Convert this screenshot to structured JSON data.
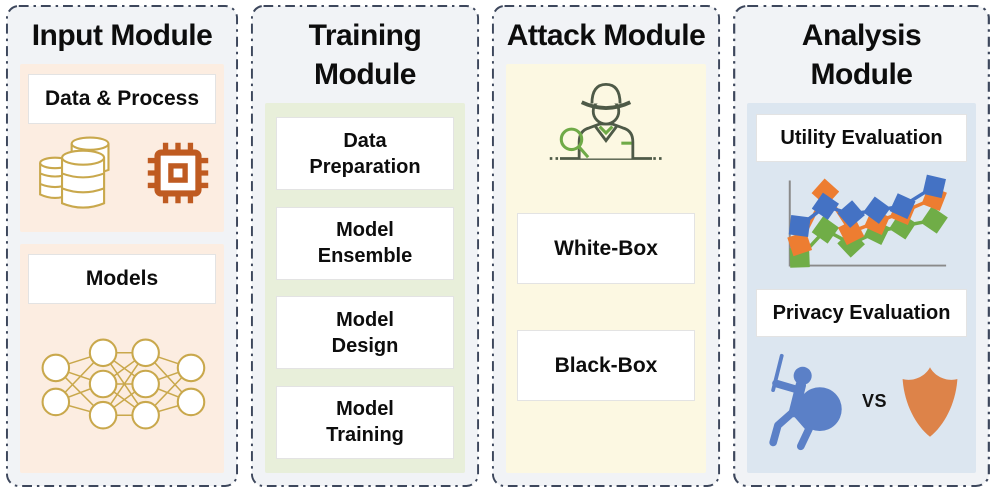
{
  "modules": {
    "input": {
      "title": "Input Module",
      "data_process_label": "Data & Process",
      "models_label": "Models",
      "icons": [
        "database-icon",
        "chip-icon",
        "neural-network-icon"
      ]
    },
    "training": {
      "title": "Training Module",
      "steps": [
        "Data\nPreparation",
        "Model\nEnsemble",
        "Model\nDesign",
        "Model\nTraining"
      ]
    },
    "attack": {
      "title": "Attack Module",
      "white_box_label": "White-Box",
      "black_box_label": "Black-Box",
      "icons": [
        "spy-icon"
      ]
    },
    "analysis": {
      "title": "Analysis Module",
      "utility_label": "Utility Evaluation",
      "privacy_label": "Privacy Evaluation",
      "vs_label": "VS",
      "icons": [
        "line-chart-icon",
        "attacker-icon",
        "shield-icon"
      ]
    }
  },
  "colors": {
    "dashed_border": "#3d475c",
    "module_bg": "#f1f3f6",
    "input_panel_bg": "#fcede1",
    "training_panel_bg": "#e8efda",
    "attack_panel_bg": "#fcf8e2",
    "analysis_panel_bg": "#dce6f0",
    "database_gold": "#c9a84c",
    "chip_orange": "#bf5b21",
    "spy_outline": "#4e5a47",
    "spy_green": "#6faa47",
    "chart_blue": "#4472c4",
    "chart_orange": "#ed7d31",
    "chart_green": "#70ad47",
    "attacker_blue": "#5b80c7",
    "shield_orange": "#dd8349"
  }
}
